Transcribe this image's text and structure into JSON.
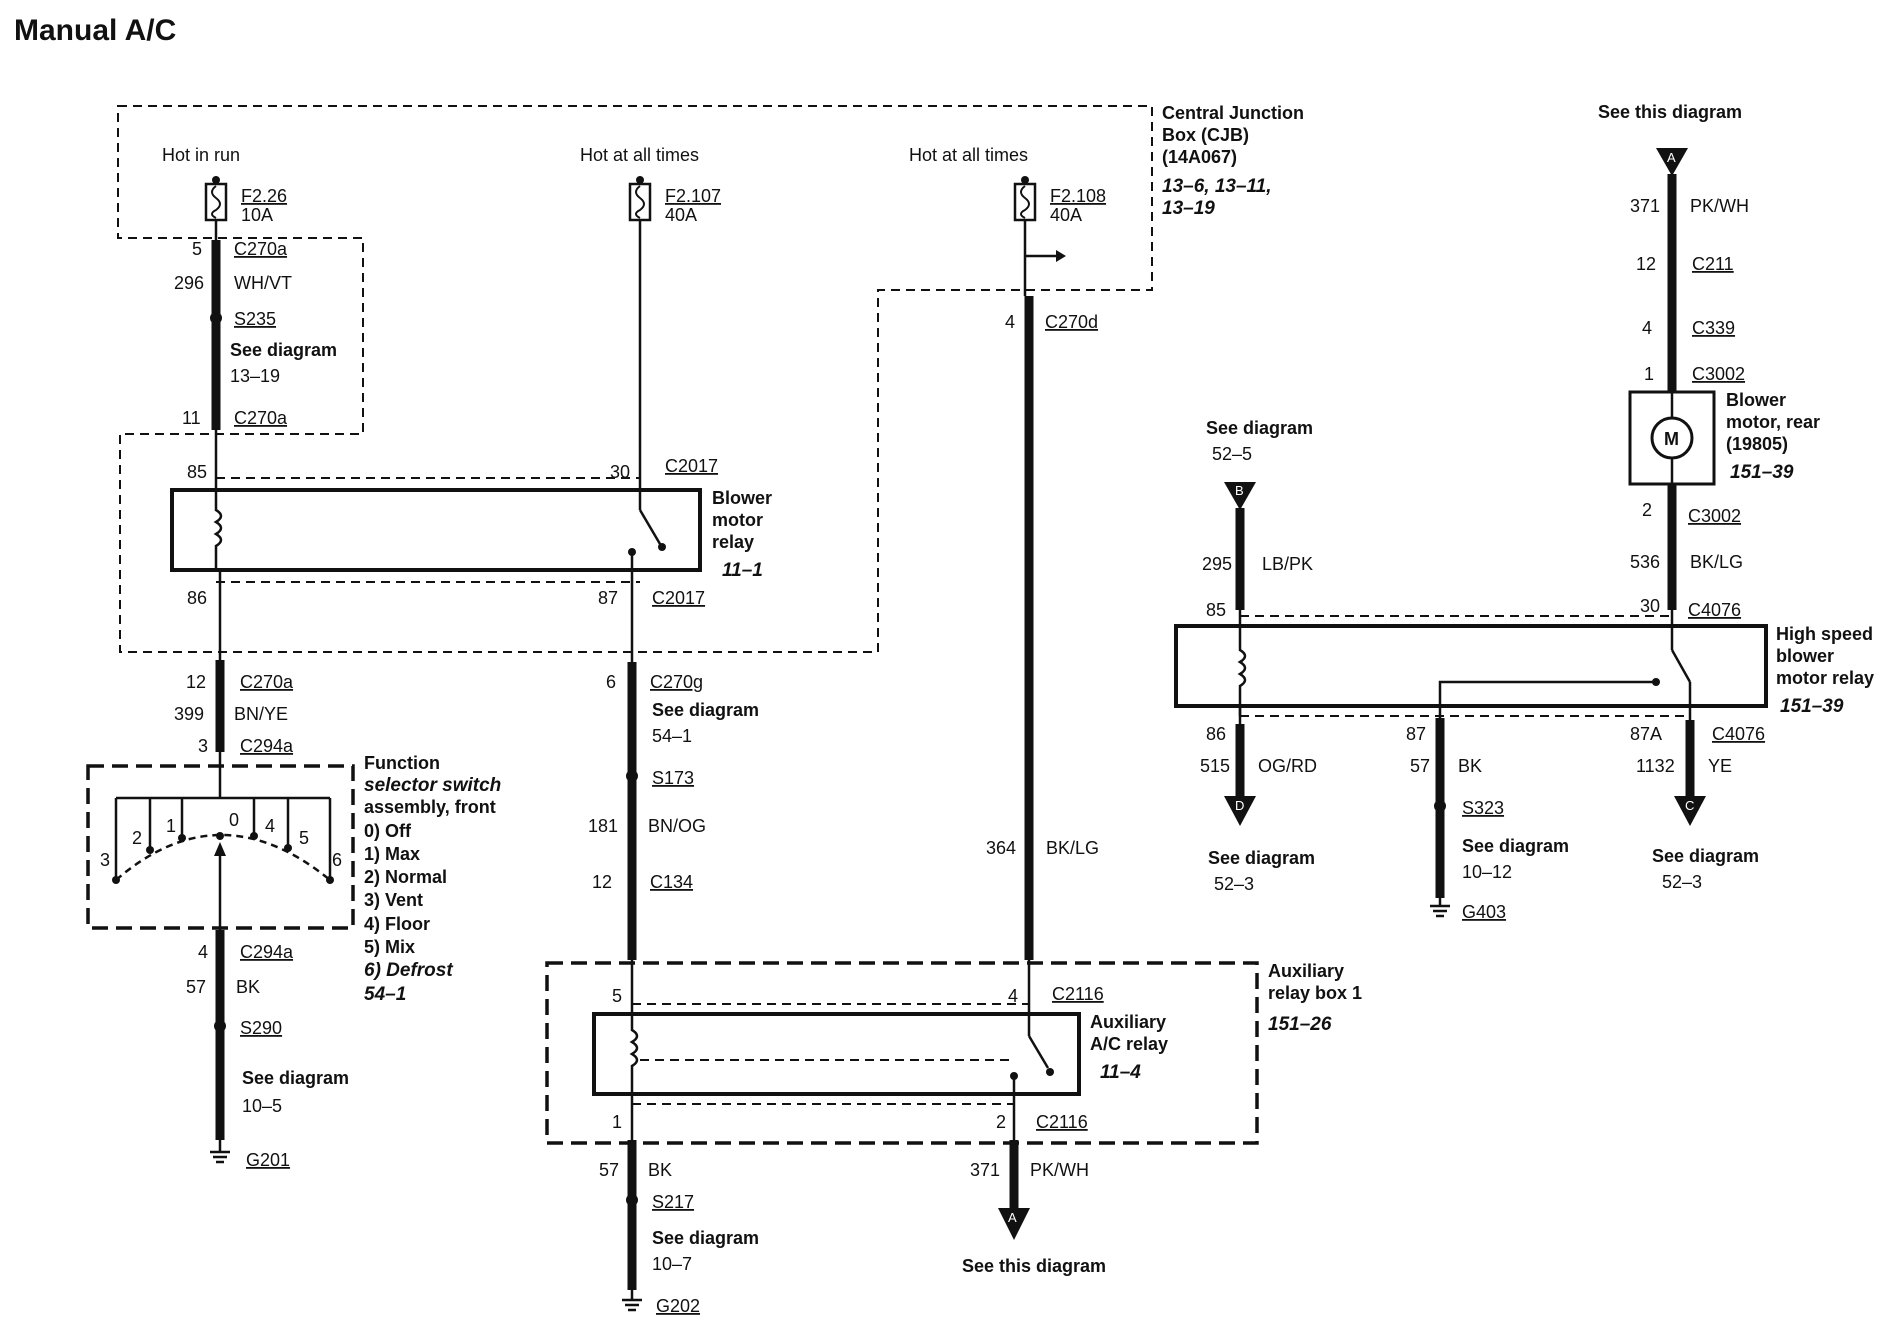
{
  "title": "Manual A/C",
  "cjb": {
    "label_lines": [
      "Central Junction",
      "Box (CJB)",
      "(14A067)"
    ],
    "refs_lines": [
      "13–6, 13–11,",
      "13–19"
    ]
  },
  "fuses": [
    {
      "feed": "Hot in run",
      "id": "F2.26",
      "rating": "10A"
    },
    {
      "feed": "Hot at all times",
      "id": "F2.107",
      "rating": "40A"
    },
    {
      "feed": "Hot at all times",
      "id": "F2.108",
      "rating": "40A"
    }
  ],
  "circuit_left": {
    "pin_top": "5",
    "conn_top": "C270a",
    "circuit": "296",
    "color": "WH/VT",
    "splice": "S235",
    "see": "See diagram",
    "see_ref": "13–19",
    "pin_bottom": "11",
    "conn_bottom": "C270a"
  },
  "blower_relay": {
    "label_lines": [
      "Blower",
      "motor",
      "relay"
    ],
    "ref": "11–1",
    "pin85": "85",
    "pin30": "30",
    "conn30": "C2017",
    "pin86": "86",
    "pin87": "87",
    "conn87": "C2017"
  },
  "function_feed": {
    "pin": "12",
    "conn": "C270a",
    "circuit": "399",
    "color": "BN/YE",
    "pin2": "3",
    "conn2": "C294a"
  },
  "function_switch": {
    "label_lines": [
      "Function",
      "selector switch",
      "assembly, front"
    ],
    "positions": [
      "0) Off",
      "1) Max",
      "2) Normal",
      "3) Vent",
      "4) Floor",
      "5) Mix",
      "6) Defrost"
    ],
    "ref": "54–1",
    "digits": [
      "3",
      "2",
      "1",
      "0",
      "4",
      "5",
      "6"
    ]
  },
  "ground_left": {
    "pin": "4",
    "conn": "C294a",
    "circuit": "57",
    "color": "BK",
    "splice": "S290",
    "see": "See diagram",
    "see_ref": "10–5",
    "ground": "G201"
  },
  "middle": {
    "pin": "6",
    "conn": "C270g",
    "see": "See diagram",
    "see_ref": "54–1",
    "splice": "S173",
    "circuit": "181",
    "color": "BN/OG",
    "pin2": "12",
    "conn2": "C134"
  },
  "c270d": {
    "pin": "4",
    "conn": "C270d",
    "circuit": "364",
    "color": "BK/LG"
  },
  "aux_box": {
    "label_lines": [
      "Auxiliary",
      "relay box 1"
    ],
    "ref": "151–26"
  },
  "aux_relay": {
    "label_lines": [
      "Auxiliary",
      "A/C relay"
    ],
    "ref": "11–4",
    "pin5": "5",
    "pin4": "4",
    "conn_top": "C2116",
    "pin1": "1",
    "pin2": "2",
    "conn_bottom": "C2116"
  },
  "aux_out_left": {
    "circuit": "57",
    "color": "BK",
    "splice": "S217",
    "see": "See diagram",
    "see_ref": "10–7",
    "ground": "G202"
  },
  "aux_out_right": {
    "circuit": "371",
    "color": "PK/WH",
    "arrow": "A",
    "see": "See this diagram"
  },
  "rear": {
    "see_top": "See this diagram",
    "arrow": "A",
    "circuit": "371",
    "color": "PK/WH",
    "pin_c211": "12",
    "conn_c211": "C211",
    "pin_c339": "4",
    "conn_c339": "C339",
    "pin_c3002": "1",
    "conn_c3002": "C3002",
    "motor_label_lines": [
      "Blower",
      "motor, rear",
      "(19805)"
    ],
    "motor_ref": "151–39",
    "motor_symbol": "M",
    "pin2": "2",
    "conn2": "C3002",
    "circuit2": "536",
    "color2": "BK/LG"
  },
  "hs_relay": {
    "label_lines": [
      "High speed",
      "blower",
      "motor relay"
    ],
    "ref": "151–39",
    "pin85": "85",
    "pin30": "30",
    "conn30": "C4076",
    "pin86": "86",
    "pin87": "87",
    "pin87a": "87A",
    "conn87a": "C4076"
  },
  "in_b": {
    "see": "See diagram",
    "see_ref": "52–5",
    "arrow": "B",
    "circuit": "295",
    "color": "LB/PK"
  },
  "out_d": {
    "circuit": "515",
    "color": "OG/RD",
    "arrow": "D",
    "see": "See diagram",
    "see_ref": "52–3"
  },
  "out_87": {
    "circuit": "57",
    "color": "BK",
    "splice": "S323",
    "see": "See diagram",
    "see_ref": "10–12",
    "ground": "G403"
  },
  "out_c": {
    "circuit": "1132",
    "color": "YE",
    "arrow": "C",
    "see": "See diagram",
    "see_ref": "52–3"
  }
}
